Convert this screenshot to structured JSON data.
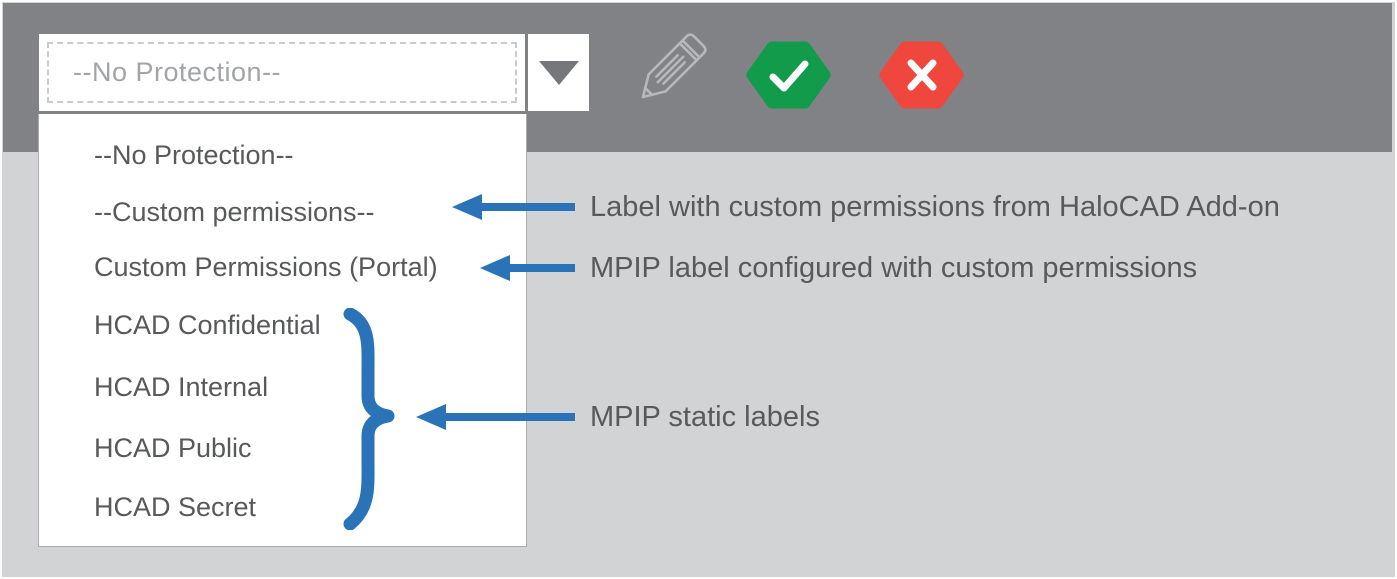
{
  "toolbar": {
    "protection_combobox": {
      "value": "--No Protection--"
    },
    "icons": {
      "dropdown_arrow": "triangle-down",
      "edit": "pencil-icon",
      "confirm": "check-icon",
      "cancel": "x-icon"
    }
  },
  "dropdown": {
    "items": [
      {
        "label": "--No Protection--"
      },
      {
        "label": "--Custom permissions--"
      },
      {
        "label": "Custom Permissions (Portal)"
      },
      {
        "label": "HCAD Confidential"
      },
      {
        "label": "HCAD Internal"
      },
      {
        "label": "HCAD Public"
      },
      {
        "label": "HCAD Secret"
      }
    ]
  },
  "annotations": {
    "custom_permissions_addon": "Label with custom permissions from HaloCAD Add-on",
    "mpip_custom_permissions": "MPIP label configured with custom permissions",
    "mpip_static_labels": "MPIP static labels"
  },
  "colors": {
    "toolbar_gray": "#808285",
    "background_gray": "#d1d3d4",
    "annotation_blue": "#2b73b8",
    "confirm_green": "#119b4a",
    "cancel_red": "#ef463e",
    "text_gray": "#58595b",
    "placeholder_gray": "#a2a4a7"
  }
}
